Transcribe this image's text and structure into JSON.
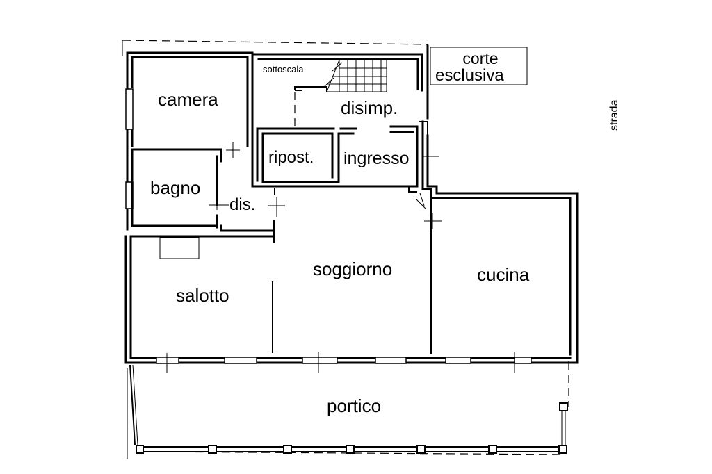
{
  "labels": {
    "camera": "camera",
    "sottoscala": "sottoscala",
    "disimp": "disimp.",
    "corte_line1": "corte",
    "corte_line2": "esclusiva",
    "strada": "strada",
    "ripost": "ripost.",
    "ingresso": "ingresso",
    "bagno": "bagno",
    "dis": "dis.",
    "soggiorno": "soggiorno",
    "salotto": "salotto",
    "cucina": "cucina",
    "portico": "portico"
  }
}
